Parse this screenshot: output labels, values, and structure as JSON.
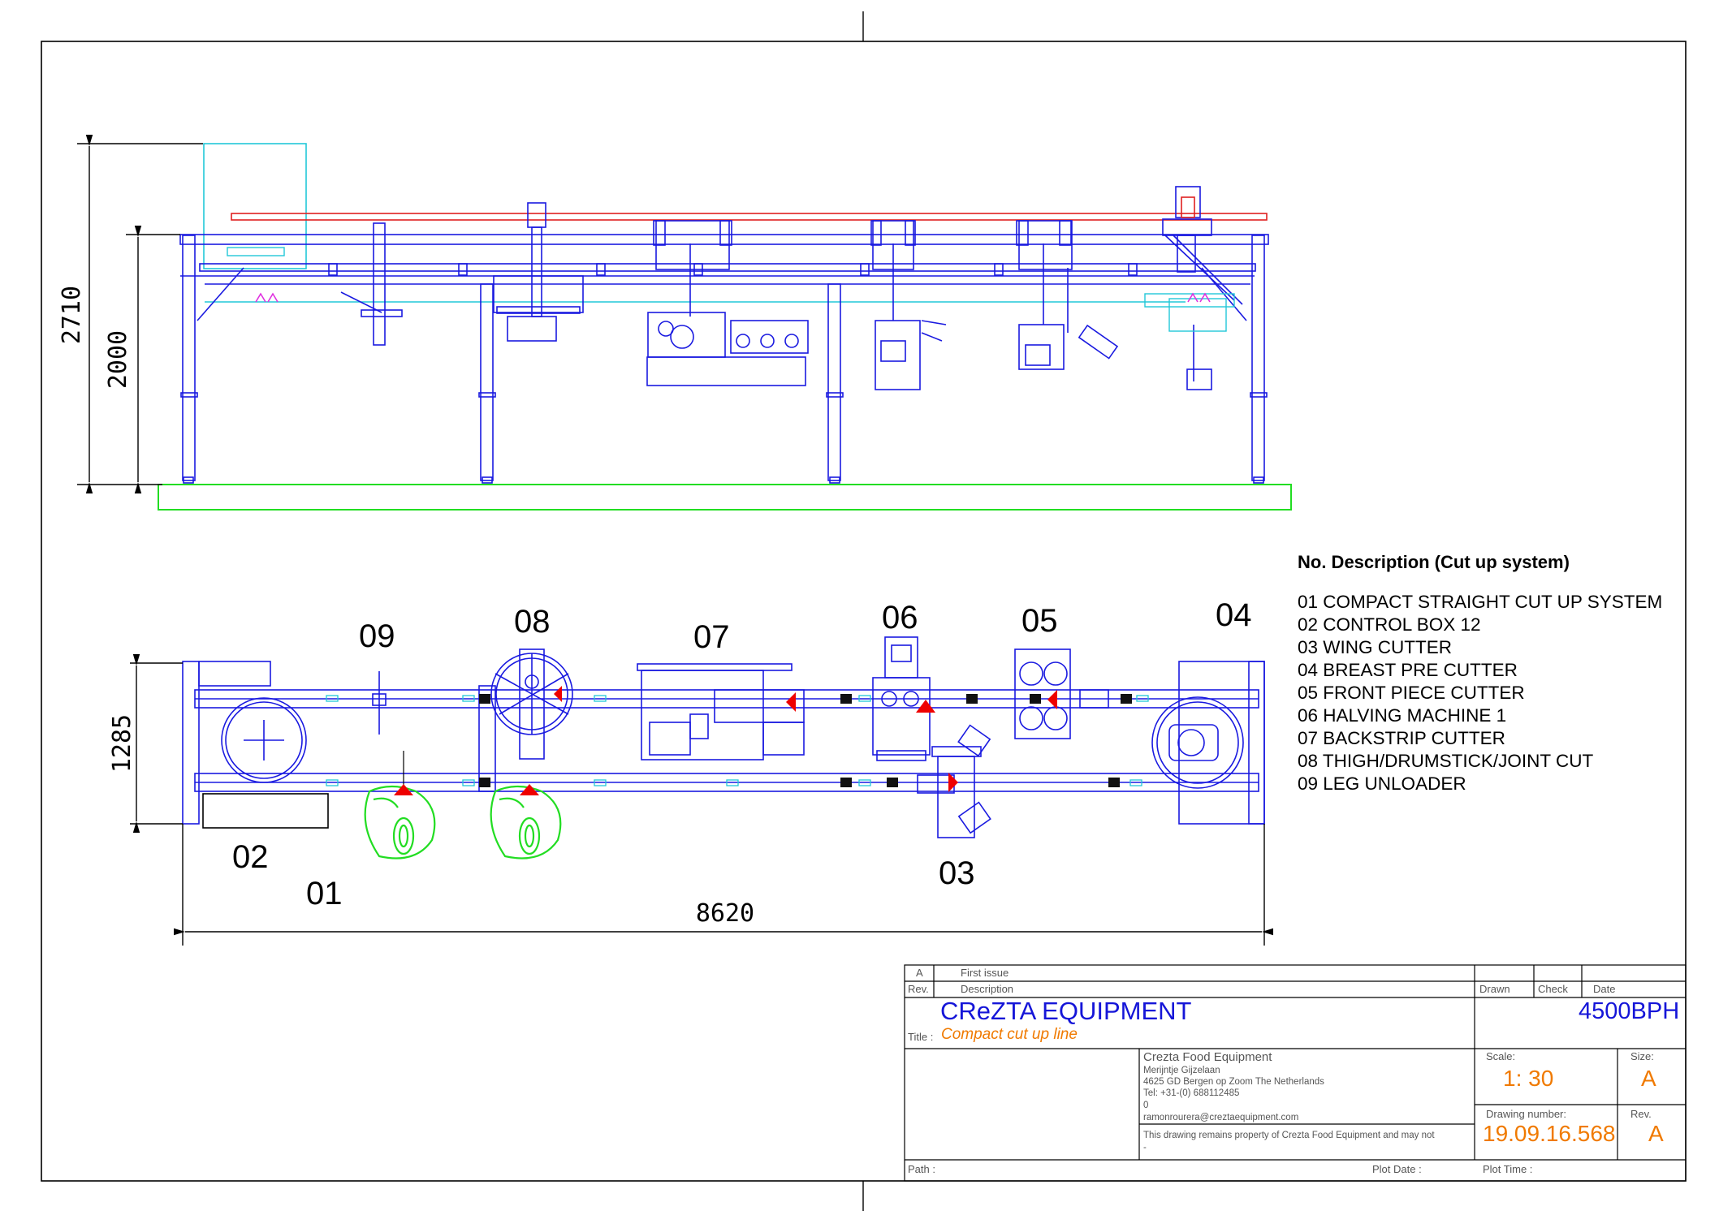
{
  "dimensions": {
    "overall_height": "2710",
    "table_height": "2000",
    "top_view_width": "1285",
    "overall_length": "8620"
  },
  "station_labels": [
    "01",
    "02",
    "03",
    "04",
    "05",
    "06",
    "07",
    "08",
    "09"
  ],
  "legend": {
    "heading": "No. Description (Cut up system)",
    "items": [
      "01 COMPACT STRAIGHT CUT UP SYSTEM",
      "02 CONTROL BOX  12",
      "03 WING CUTTER",
      "04 BREAST PRE CUTTER",
      "05 FRONT PIECE CUTTER",
      "06 HALVING MACHINE 1",
      "07 BACKSTRIP CUTTER",
      "08 THIGH/DRUMSTICK/JOINT CUT",
      "09 LEG UNLOADER"
    ]
  },
  "title_block": {
    "rev_letter": "A",
    "rev_text": "First issue",
    "rev_col": "Rev.",
    "desc_col": "Description",
    "drawn_col": "Drawn",
    "check_col": "Check",
    "date_col": "Date",
    "company_title": "CReZTA EQUIPMENT",
    "title_label": "Title :",
    "title_value": "Compact cut up line",
    "capacity": "4500BPH",
    "company_name": "Crezta Food Equipment",
    "address_lines": [
      "Merijntje Gijzelaan",
      "4625 GD Bergen op Zoom   The Netherlands",
      "Tel:  +31-(0) 688112485",
      "0",
      "ramonrourera@creztaequipment.com"
    ],
    "property_note": "This drawing remains property of Crezta Food Equipment and may not",
    "property_note_cont": "-",
    "scale_label": "Scale:",
    "scale_value": "1: 30",
    "size_label": "Size:",
    "size_value": "A",
    "drawing_number_label": "Drawing number:",
    "drawing_number_value": "19.09.16.568",
    "rev_label": "Rev.",
    "rev_value": "A",
    "path_label": "Path :",
    "plot_date_label": "Plot Date :",
    "plot_time_label": "Plot Time :"
  },
  "colors": {
    "frame_blue": "#1a1ae0",
    "guide_cyan": "#22c8d8",
    "floor_green": "#22dd22",
    "rail_red": "#e02020",
    "marker_red": "#ee0000",
    "accent_magenta": "#e030e0",
    "title_blue": "#1515d8",
    "title_orange": "#f07a00"
  }
}
